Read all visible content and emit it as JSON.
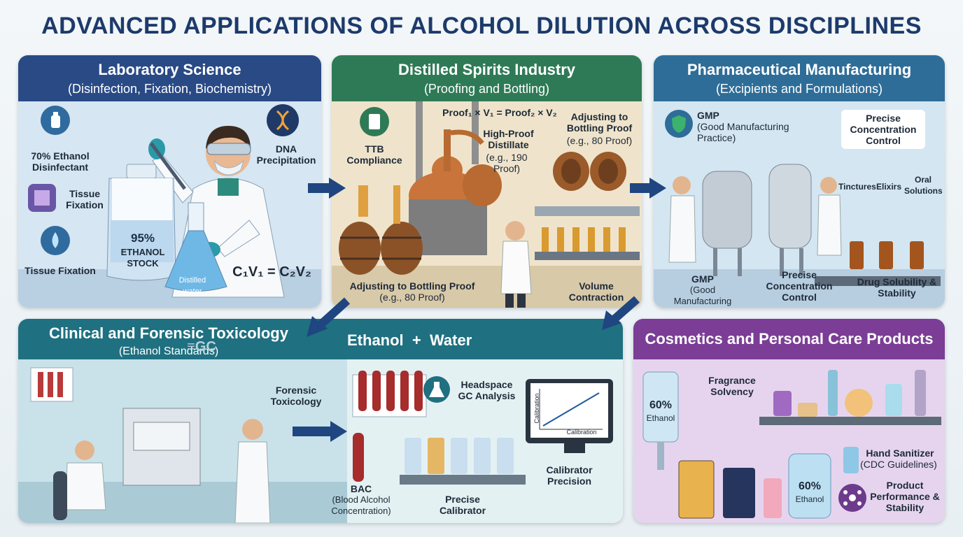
{
  "title": "ADVANCED APPLICATIONS OF ALCOHOL DILUTION ACROSS DISCIPLINES",
  "lab": {
    "title": "Laboratory Science",
    "subtitle": "(Disinfection, Fixation, Biochemistry)",
    "disinfectant": "70% Ethanol Disinfectant",
    "tissue1": "Tissue Fixation",
    "tissue2": "Tissue Fixation",
    "dna": "DNA Precipitation",
    "bottle_pct": "95%",
    "bottle_l1": "ETHANOL",
    "bottle_l2": "STOCK",
    "flask": "Distilled water",
    "formula": "C₁V₁ = C₂V₂"
  },
  "spirits": {
    "title": "Distilled Spirits Industry",
    "subtitle": "(Proofing and Bottling)",
    "ttb": "TTB Compliance",
    "formula": "Proof₁ × V₁ = Proof₂ × V₂",
    "highproof_l1": "High-Proof Distillate",
    "highproof_l2": "(e.g., 190 Proof)",
    "adjust_top_l1": "Adjusting to Bottling Proof",
    "adjust_top_l2": "(e.g., 80 Proof)",
    "adjust_bottom_l1": "Adjusting to Bottling Proof",
    "adjust_bottom_l2": "(e.g., 80 Proof)",
    "volume": "Volume Contraction"
  },
  "pharma": {
    "title": "Pharmaceutical Manufacturing",
    "subtitle": "(Excipients and Formulations)",
    "gmp_top_l1": "GMP",
    "gmp_top_l2": "(Good Manufacturing Practice)",
    "precise_top": "Precise Concentration Control",
    "tinctures": "Tinctures",
    "elixirs": "Elixirs",
    "oral": "Oral Solutions",
    "gmp_bottom_l1": "GMP",
    "gmp_bottom_l2": "(Good Manufacturing Practice)",
    "precise_bottom": "Precise Concentration Control",
    "drug": "Drug Solubility & Stability"
  },
  "tox": {
    "title": "Clinical and Forensic Toxicology",
    "subtitle": "(Ethanol Standards)",
    "ew": "Ethanol  +  Water",
    "gc_logo": "≡GC",
    "forensic": "Forensic Toxicology",
    "headspace": "Headspace GC Analysis",
    "calib_axis_x": "Calibration",
    "calib_axis_y": "Calibration",
    "calibrator_precision": "Calibrator Precision",
    "bac_l1": "BAC",
    "bac_l2": "(Blood Alcohol Concentration)",
    "precise_calibrator": "Precise Calibrator"
  },
  "cosmetics": {
    "title": "Cosmetics and Personal Care Products",
    "fragrance": "Fragrance Solvency",
    "bag_pct": "60%",
    "bag_lbl": "Ethanol",
    "bottle_pct": "60%",
    "bottle_lbl": "Ethanol",
    "sanitizer_l1": "Hand Sanitizer",
    "sanitizer_l2": "(CDC Guidelines)",
    "performance": "Product Performance & Stability"
  },
  "colors": {
    "lab_head": "#2a4a86",
    "spirits_head": "#2f7a56",
    "pharma_head": "#2e6d98",
    "tox_head": "#1f7080",
    "cos_head": "#7b3d96",
    "arrow": "#1f4680"
  }
}
